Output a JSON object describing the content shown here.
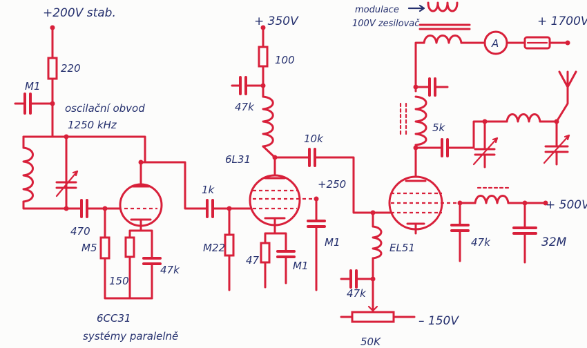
{
  "supplies": {
    "osc_supply": "+200V stab.",
    "driver_supply": "+ 350V",
    "final_supply": "+ 1700V",
    "screen_supply": "+ 500V",
    "g2_note": "+250",
    "bias_supply": "– 150V"
  },
  "modulation": {
    "label_line1": "modulace",
    "label_line2": "100V zesilovač"
  },
  "oscillator": {
    "circuit_line1": "oscilační obvod",
    "circuit_line2": "1250 kHz",
    "tube_line1": "6CC31",
    "tube_line2": "systémy paralelně"
  },
  "tubes": {
    "driver": "6L31",
    "final": "EL51"
  },
  "components": {
    "r_220": "220",
    "c_m1_top": "M1",
    "c_470": "470",
    "r_m5": "M5",
    "r_150": "150",
    "c_47k_osc": "47k",
    "c_1k": "1k",
    "r_m22": "M22",
    "r_47": "47",
    "c_m1_cath": "M1",
    "r_100": "100",
    "c_47k_drv": "47k",
    "c_10k": "10k",
    "c_m1_g2": "M1",
    "c_47k_bias": "47k",
    "pot_50k": "50K",
    "c_5k": "5k",
    "c_47k_fin": "47k",
    "c_32m": "32M",
    "meter": "A"
  }
}
